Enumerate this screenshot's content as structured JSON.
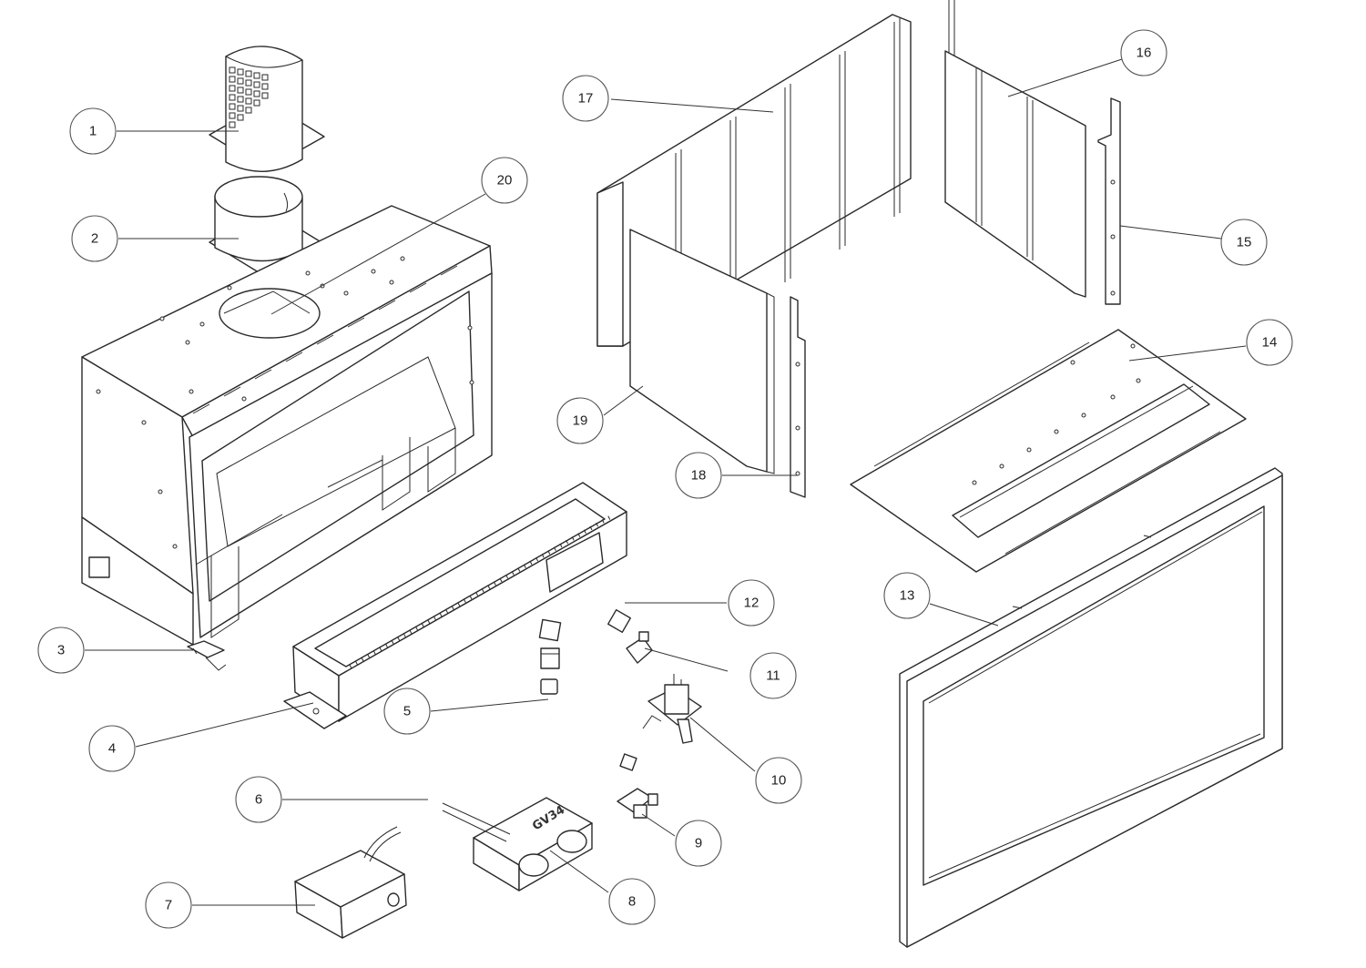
{
  "diagram": {
    "type": "exploded-parts-view",
    "labels": [
      "1",
      "2",
      "3",
      "4",
      "5",
      "6",
      "7",
      "8",
      "9",
      "10",
      "11",
      "12",
      "13",
      "14",
      "15",
      "16",
      "17",
      "18",
      "19",
      "20"
    ],
    "stamp_text": "GV34"
  }
}
